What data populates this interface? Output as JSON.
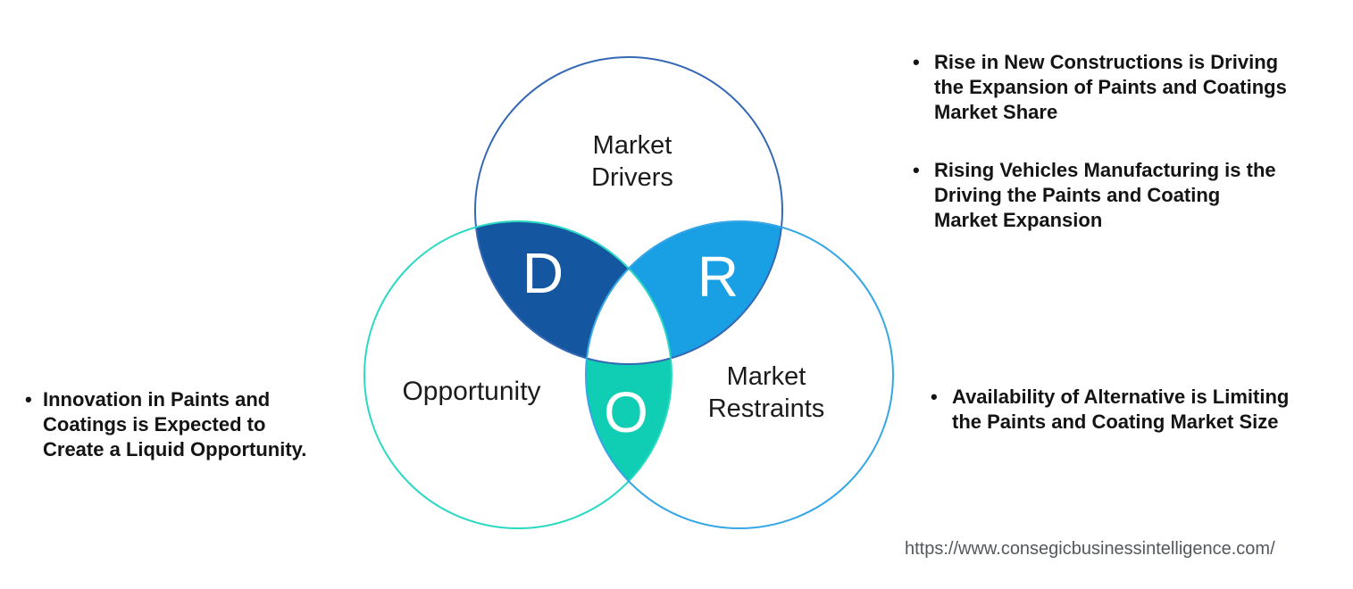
{
  "venn": {
    "drivers": {
      "letter": "D",
      "label_lines": [
        "Market",
        "Drivers"
      ]
    },
    "restraints": {
      "letter": "R",
      "label_lines": [
        "Market",
        "Restraints"
      ]
    },
    "opportunity": {
      "letter": "O",
      "label_lines": [
        "Opportunity"
      ]
    },
    "colors": {
      "fill_drivers_opportunity": "#1556a0",
      "fill_drivers_restraints": "#189fe4",
      "fill_opportunity_restraints": "#0fceb3",
      "stroke_drivers": "#3568b4",
      "stroke_opportunity": "#2bd9c3",
      "stroke_restraints": "#35a6e6",
      "letter_color": "#ffffff",
      "label_color": "#1b1b1b",
      "note_color": "#141414",
      "url_color": "#54585e"
    }
  },
  "notes": {
    "right_top": {
      "bullets": [
        {
          "marker": "•",
          "lines": [
            "Rise in New Constructions is Driving",
            "the Expansion of Paints and Coatings",
            "Market Share"
          ]
        },
        {
          "marker": "•",
          "lines": [
            "Rising Vehicles Manufacturing is the",
            "Driving the Paints and Coating",
            "Market Expansion"
          ]
        }
      ]
    },
    "right_bottom": {
      "bullets": [
        {
          "marker": "•",
          "lines": [
            "Availability of Alternative is Limiting",
            "the Paints and Coating Market Size"
          ]
        }
      ]
    },
    "left": {
      "bullets": [
        {
          "marker": "•",
          "lines": [
            "Innovation in Paints and",
            "Coatings is Expected to",
            "Create a Liquid Opportunity."
          ]
        }
      ]
    }
  },
  "footer": {
    "source_url": "https://www.consegicbusinessintelligence.com/"
  }
}
